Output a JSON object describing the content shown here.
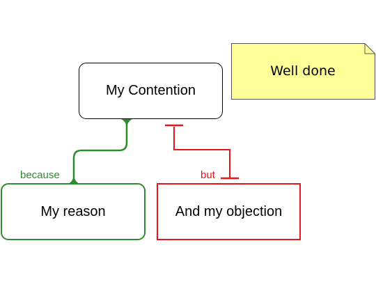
{
  "diagram": {
    "contention": {
      "text": "My Contention"
    },
    "reason": {
      "text": "My reason",
      "connector_label": "because"
    },
    "objection": {
      "text": "And my objection",
      "connector_label": "but"
    },
    "note": {
      "text": "Well done"
    }
  },
  "colors": {
    "support": "#2e8b2e",
    "oppose": "#e8151b",
    "note_fill": "#ffff99",
    "note_border": "#555555"
  }
}
